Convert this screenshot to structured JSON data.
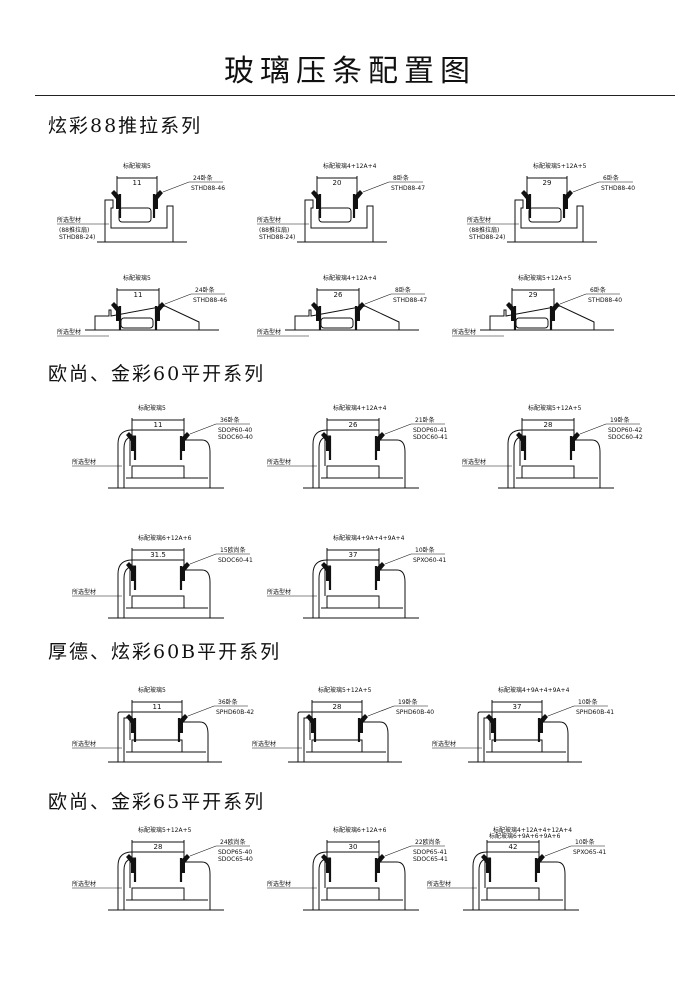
{
  "title": "玻璃压条配置图",
  "sections": [
    {
      "title": "炫彩88推拉系列",
      "drawings": [
        {
          "glass": "标配玻璃5",
          "width": "11",
          "profile": "所选型材",
          "profile_note": "(88推拉扇)",
          "profile_code": "STHD88-24)",
          "bead_name": "24卧条",
          "bead_code": "STHD88-46",
          "bead_code2": ""
        },
        {
          "glass": "标配玻璃4+12A+4",
          "width": "20",
          "profile": "所选型材",
          "profile_note": "(88推拉扇)",
          "profile_code": "STHD88-24)",
          "bead_name": "8卧条",
          "bead_code": "STHD88-47",
          "bead_code2": ""
        },
        {
          "glass": "标配玻璃5+12A+5",
          "width": "29",
          "profile": "所选型材",
          "profile_note": "(88推拉扇)",
          "profile_code": "STHD88-24)",
          "bead_name": "6卧条",
          "bead_code": "STHD88-40",
          "bead_code2": ""
        },
        {
          "glass": "标配玻璃5",
          "width": "11",
          "profile": "所选型材",
          "profile_note": "",
          "profile_code": "",
          "bead_name": "24卧条",
          "bead_code": "STHD88-46",
          "bead_code2": ""
        },
        {
          "glass": "标配玻璃4+12A+4",
          "width": "26",
          "profile": "所选型材",
          "profile_note": "",
          "profile_code": "",
          "bead_name": "8卧条",
          "bead_code": "STHD88-47",
          "bead_code2": ""
        },
        {
          "glass": "标配玻璃5+12A+5",
          "width": "29",
          "profile": "所选型材",
          "profile_note": "",
          "profile_code": "",
          "bead_name": "6卧条",
          "bead_code": "STHD88-40",
          "bead_code2": ""
        }
      ]
    },
    {
      "title": "欧尚、金彩60平开系列",
      "drawings": [
        {
          "glass": "标配玻璃5",
          "width": "11",
          "profile": "所选型材",
          "profile_note": "",
          "profile_code": "",
          "bead_name": "36卧条",
          "bead_code": "SDOP60-40",
          "bead_code2": "SDOC60-40"
        },
        {
          "glass": "标配玻璃4+12A+4",
          "width": "26",
          "profile": "所选型材",
          "profile_note": "",
          "profile_code": "",
          "bead_name": "21卧条",
          "bead_code": "SDOP60-41",
          "bead_code2": "SDOC60-41"
        },
        {
          "glass": "标配玻璃5+12A+5",
          "width": "28",
          "profile": "所选型材",
          "profile_note": "",
          "profile_code": "",
          "bead_name": "19卧条",
          "bead_code": "SDOP60-42",
          "bead_code2": "SDOC60-42"
        },
        {
          "glass": "标配玻璃6+12A+6",
          "width": "31.5",
          "profile": "所选型材",
          "profile_note": "",
          "profile_code": "",
          "bead_name": "15欧尚条",
          "bead_code": "SDOC60-41",
          "bead_code2": ""
        },
        {
          "glass": "标配玻璃4+9A+4+9A+4",
          "width": "37",
          "profile": "所选型材",
          "profile_note": "",
          "profile_code": "",
          "bead_name": "10卧条",
          "bead_code": "SPXO60-41",
          "bead_code2": ""
        }
      ]
    },
    {
      "title": "厚德、炫彩60B平开系列",
      "drawings": [
        {
          "glass": "标配玻璃5",
          "width": "11",
          "profile": "所选型材",
          "profile_note": "",
          "profile_code": "",
          "bead_name": "36卧条",
          "bead_code": "SPHD60B-42",
          "bead_code2": ""
        },
        {
          "glass": "标配玻璃5+12A+5",
          "width": "28",
          "profile": "所选型材",
          "profile_note": "",
          "profile_code": "",
          "bead_name": "19卧条",
          "bead_code": "SPHD60B-40",
          "bead_code2": ""
        },
        {
          "glass": "标配玻璃4+9A+4+9A+4",
          "width": "37",
          "profile": "所选型材",
          "profile_note": "",
          "profile_code": "",
          "bead_name": "10卧条",
          "bead_code": "SPHD60B-41",
          "bead_code2": ""
        }
      ]
    },
    {
      "title": "欧尚、金彩65平开系列",
      "drawings": [
        {
          "glass": "标配玻璃5+12A+5",
          "width": "28",
          "profile": "所选型材",
          "profile_note": "",
          "profile_code": "",
          "bead_name": "24欧尚条",
          "bead_code": "SDOP65-40",
          "bead_code2": "SDOC65-40"
        },
        {
          "glass": "标配玻璃6+12A+6",
          "width": "30",
          "profile": "所选型材",
          "profile_note": "",
          "profile_code": "",
          "bead_name": "22欧尚条",
          "bead_code": "SDOP65-41",
          "bead_code2": "SDOC65-41"
        },
        {
          "glass": "标配玻璃4+12A+4+12A+4",
          "glass2": "标配玻璃6+9A+6+9A+6",
          "width": "42",
          "profile": "所选型材",
          "profile_note": "",
          "profile_code": "",
          "bead_name": "10卧条",
          "bead_code": "SPXO65-41",
          "bead_code2": ""
        }
      ]
    }
  ]
}
